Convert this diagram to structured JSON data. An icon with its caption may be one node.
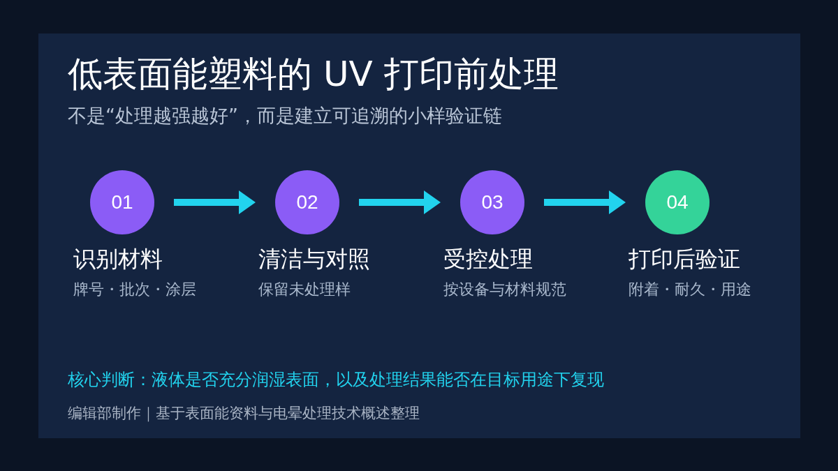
{
  "diagram": {
    "title": "低表面能塑料的 UV 打印前处理",
    "nodes": [
      {
        "text": [
          "01"
        ],
        "beside": [
          "识别材料",
          "牌号・批次・涂层"
        ]
      },
      {
        "text": [
          "02"
        ],
        "beside": [
          "清洁与对照",
          "保留未处理样"
        ]
      },
      {
        "text": [
          "03"
        ],
        "beside": [
          "受控处理",
          "按设备与材料规范"
        ]
      },
      {
        "text": [
          "04"
        ],
        "beside": [
          "打印后验证",
          "附着・耐久・用途"
        ]
      }
    ],
    "edges": [
      {
        "from": 0,
        "to": 1,
        "arrow": "to"
      },
      {
        "from": 1,
        "to": 2,
        "arrow": "to"
      },
      {
        "from": 2,
        "to": 3,
        "arrow": "to"
      }
    ],
    "labels": [
      "不是“处理越强越好”，而是建立可追溯的小样验证链",
      "核心判断：液体是否充分润湿表面，以及处理结果能否在目标用途下复现",
      "编辑部制作｜基于表面能资料与电晕处理技术概述整理"
    ]
  }
}
